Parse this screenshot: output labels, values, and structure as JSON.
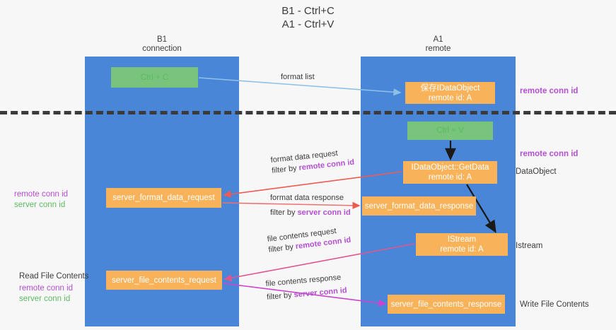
{
  "title": {
    "line1": "B1 - Ctrl+C",
    "line2": "A1 - Ctrl+V"
  },
  "columns": [
    {
      "id": "b1",
      "name": "B1",
      "role": "connection"
    },
    {
      "id": "a1",
      "name": "A1",
      "role": "remote"
    }
  ],
  "nodes": {
    "ctrl_c": {
      "label": "Ctrl + C",
      "color": "#78c47c"
    },
    "save_idataobject": {
      "label": "保存IDataObject",
      "sub": "remote id: A",
      "color": "#f8b35a"
    },
    "ctrl_v": {
      "label": "Ctrl + V",
      "color": "#78c47c"
    },
    "getdata": {
      "label": "IDataObject::GetData",
      "sub": "remote id: A",
      "color": "#f8b35a"
    },
    "server_format_data_request": {
      "label": "server_format_data_request",
      "color": "#f8b35a"
    },
    "server_format_data_response": {
      "label": "server_format_data_response",
      "color": "#f8b35a"
    },
    "istream": {
      "label": "IStream",
      "sub": "remote id: A",
      "color": "#f8b35a"
    },
    "server_file_contents_request": {
      "label": "server_file_contents_request",
      "color": "#f8b35a"
    },
    "server_file_contents_response": {
      "label": "server_file_contents_response",
      "color": "#f8b35a"
    }
  },
  "edge_labels": {
    "format_list": "format list",
    "format_data_request": "format data request",
    "format_data_request_filter_prefix": "filter by ",
    "format_data_request_filter_value": "remote conn id",
    "format_data_response": "format data response",
    "format_data_response_filter_prefix": "filter by ",
    "format_data_response_filter_value": "server conn id",
    "file_contents_request": "file contents request",
    "file_contents_request_filter_prefix": "filter by ",
    "file_contents_request_filter_value": "remote conn id",
    "file_contents_response": "file contents response",
    "file_contents_response_filter_prefix": "filter by ",
    "file_contents_response_filter_value": "server conn id"
  },
  "annotations": {
    "remote_conn_id_top": "remote conn id",
    "remote_conn_id_mid": "remote conn id",
    "dataobject": "DataObject",
    "istream": "Istream",
    "write_file_contents": "Write File Contents",
    "read_file_contents": "Read File Contents",
    "left_remote_conn_id": "remote conn id",
    "left_server_conn_id": "server conn id",
    "left_remote_conn_id_2": "remote conn id",
    "left_server_conn_id_2": "server conn id"
  },
  "colors": {
    "lane": "#4a86d8",
    "green_node": "#78c47c",
    "orange_node": "#f8b35a",
    "purple_text": "#b44fd0",
    "green_text": "#5dba63",
    "arrow_blue": "#8fc0e8",
    "arrow_red": "#ef5a52",
    "arrow_pink": "#e0558f",
    "arrow_magenta": "#cc44cc",
    "arrow_black": "#1a1a1a",
    "divider": "#3b3b3b",
    "background": "#f7f7f7"
  }
}
